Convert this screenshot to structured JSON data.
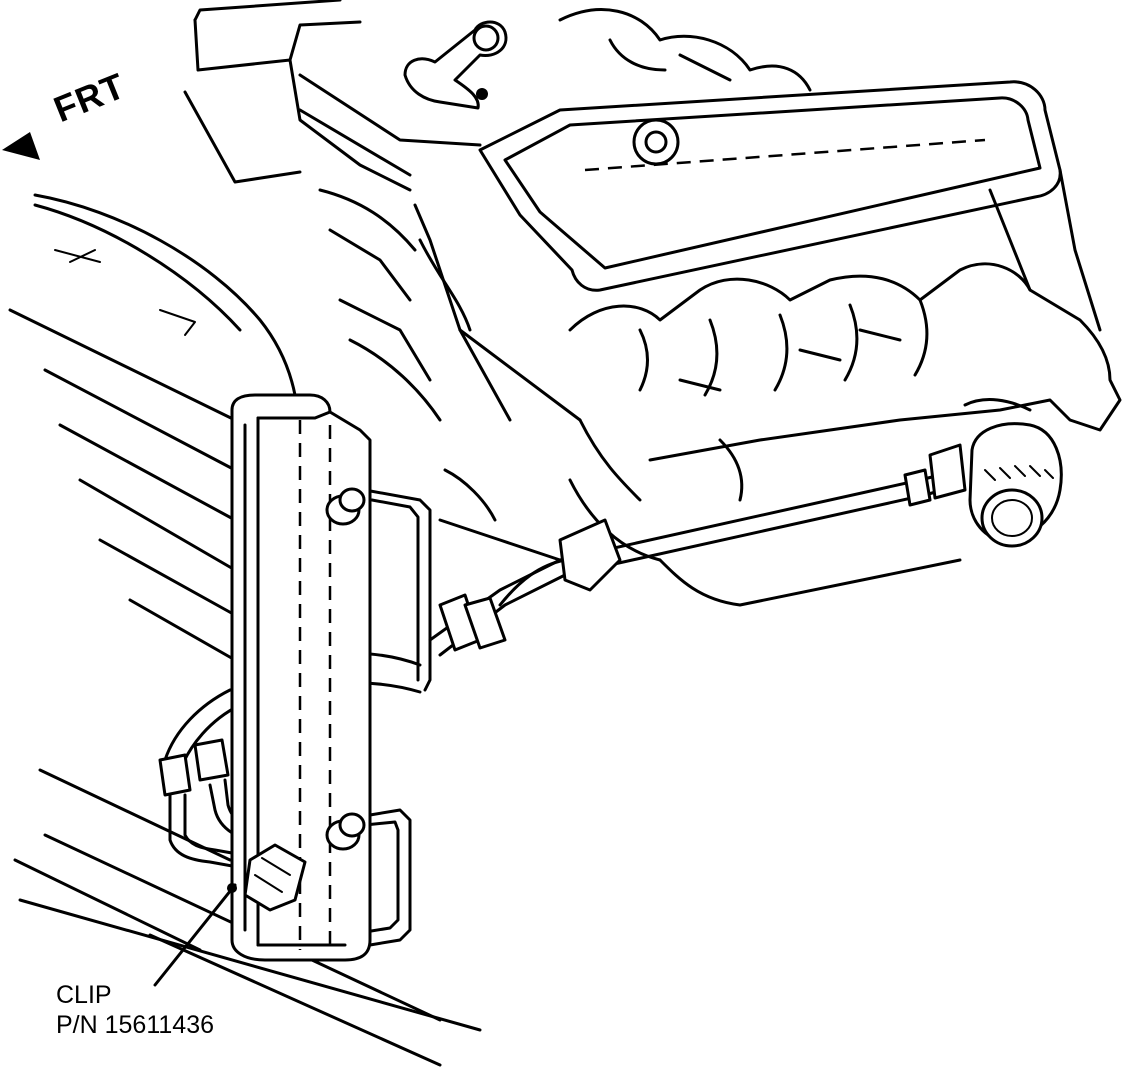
{
  "direction_label": "FRT",
  "callout": {
    "line1": "CLIP",
    "line2": "P/N 15611436"
  },
  "icons": [
    "front-arrow-icon"
  ],
  "colors": {
    "ink": "#000000",
    "paper": "#ffffff"
  }
}
